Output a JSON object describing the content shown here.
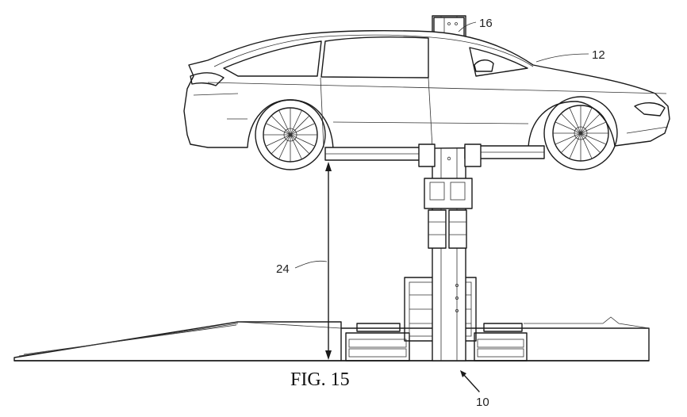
{
  "figure": {
    "caption": "FIG. 15",
    "refs": {
      "lift_post": "16",
      "vehicle": "12",
      "lift_height": "24",
      "lift_system": "10"
    }
  }
}
